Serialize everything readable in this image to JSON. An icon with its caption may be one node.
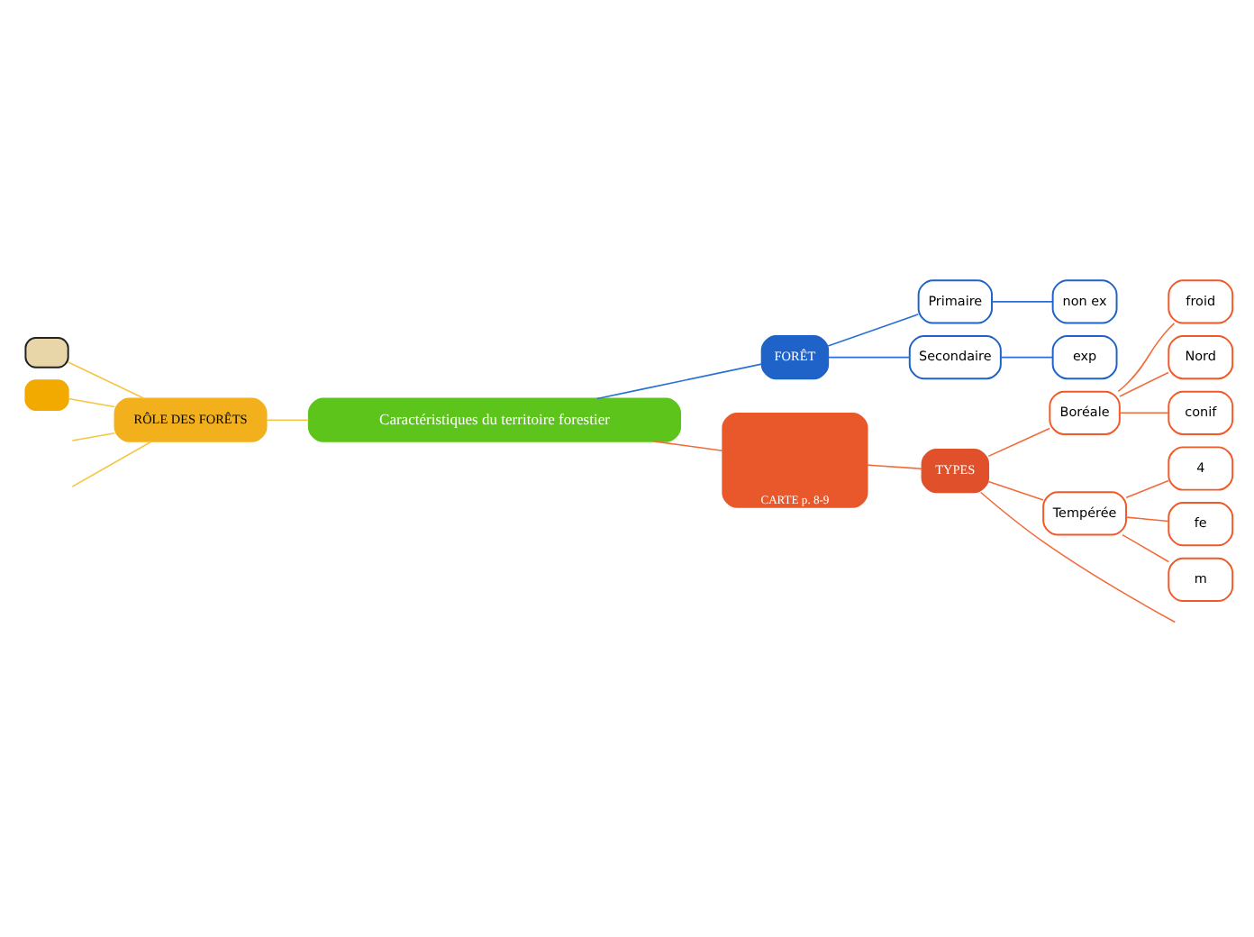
{
  "diagram": {
    "nodes": [
      {
        "text": [
          "Caractéristiques du territoire forestier"
        ]
      },
      {
        "text": [
          "FORÊT"
        ]
      },
      {
        "text": [
          "Primaire"
        ]
      },
      {
        "text": [
          "non ex"
        ]
      },
      {
        "text": [
          "Secondaire"
        ]
      },
      {
        "text": [
          "exp"
        ]
      },
      {
        "text": [
          "RÔLE DES FORÊTS"
        ]
      },
      {
        "text": [],
        "shape": "box"
      },
      {
        "text": [],
        "shape": "box"
      },
      {
        "text": [
          "CARTE p. 8-9"
        ]
      },
      {
        "text": [
          "TYPES"
        ]
      },
      {
        "text": [
          "Boréale"
        ]
      },
      {
        "text": [
          "froid"
        ]
      },
      {
        "text": [
          "Nord"
        ]
      },
      {
        "text": [
          "conif"
        ]
      },
      {
        "text": [
          "Tempérée"
        ]
      },
      {
        "text": [
          "4"
        ]
      },
      {
        "text": [
          "fe"
        ]
      },
      {
        "text": [
          "m"
        ]
      }
    ],
    "edges": [
      {
        "from": 0,
        "to": 1,
        "arrow": "none",
        "color": "#2a6fd6"
      },
      {
        "from": 1,
        "to": 2,
        "arrow": "none",
        "color": "#2a6fd6"
      },
      {
        "from": 2,
        "to": 3,
        "arrow": "none",
        "color": "#2a6fd6"
      },
      {
        "from": 1,
        "to": 4,
        "arrow": "none",
        "color": "#2a6fd6"
      },
      {
        "from": 4,
        "to": 5,
        "arrow": "none",
        "color": "#2a6fd6"
      },
      {
        "from": 0,
        "to": 6,
        "arrow": "none",
        "color": "#f5c542"
      },
      {
        "from": 6,
        "to": 7,
        "arrow": "none",
        "color": "#f5c542"
      },
      {
        "from": 6,
        "to": 8,
        "arrow": "none",
        "color": "#f5c542"
      },
      {
        "from": 6,
        "to": null,
        "arrow": "none",
        "color": "#f5c542"
      },
      {
        "from": 6,
        "to": null,
        "arrow": "none",
        "color": "#f5c542"
      },
      {
        "from": 0,
        "to": 9,
        "arrow": "none"
      },
      {
        "from": 9,
        "to": 10,
        "arrow": "none"
      },
      {
        "from": 10,
        "to": 11,
        "arrow": "none"
      },
      {
        "from": 11,
        "to": 12,
        "arrow": "none"
      },
      {
        "from": 11,
        "to": 13,
        "arrow": "none"
      },
      {
        "from": 11,
        "to": 14,
        "arrow": "none"
      },
      {
        "from": 10,
        "to": 15,
        "arrow": "none"
      },
      {
        "from": 15,
        "to": 16,
        "arrow": "none"
      },
      {
        "from": 15,
        "to": 17,
        "arrow": "none"
      },
      {
        "from": 15,
        "to": 18,
        "arrow": "none"
      },
      {
        "from": 10,
        "to": null,
        "arrow": "none"
      }
    ]
  }
}
